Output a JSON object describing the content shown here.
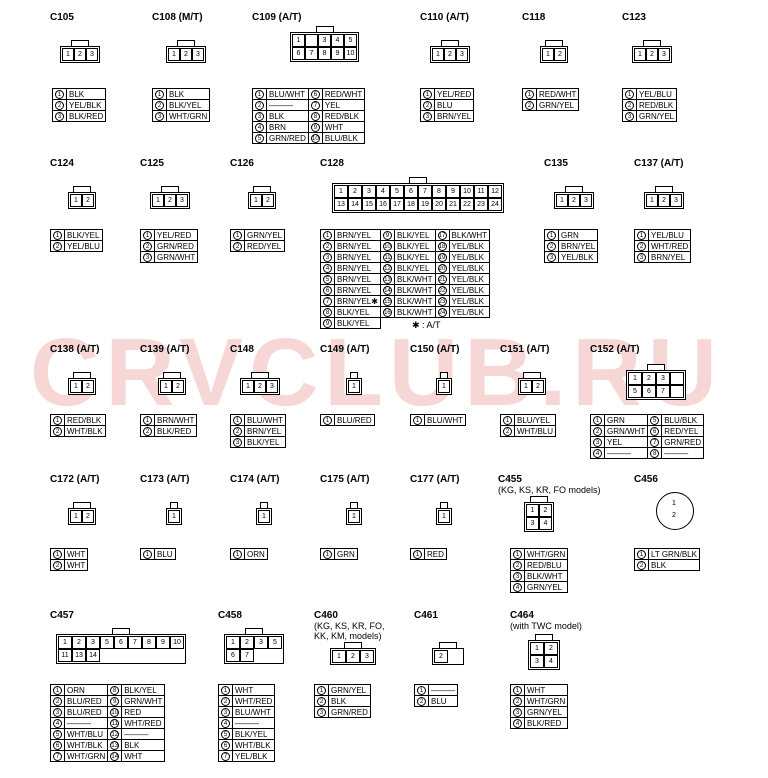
{
  "watermark": "CRVCLUB.RU",
  "footnote": "✱ : A/T",
  "connectors": [
    {
      "id": "c105",
      "title": "C105",
      "pins": [
        "1",
        "2",
        "3"
      ],
      "rows": [
        [
          "1",
          "BLK"
        ],
        [
          "2",
          "YEL/BLK"
        ],
        [
          "3",
          "BLK/RED"
        ]
      ]
    },
    {
      "id": "c108",
      "title": "C108 (M/T)",
      "pins": [
        "1",
        "2",
        "3"
      ],
      "rows": [
        [
          "1",
          "BLK"
        ],
        [
          "2",
          "BLK/YEL"
        ],
        [
          "3",
          "WHT/GRN"
        ]
      ]
    },
    {
      "id": "c109",
      "title": "C109 (A/T)",
      "pins": [
        "1",
        "",
        "3",
        "4",
        "5",
        "6",
        "7",
        "8",
        "9",
        "10"
      ],
      "rows": [
        [
          "1",
          "BLU/WHT",
          "6",
          "RED/WHT"
        ],
        [
          "2",
          "———",
          "7",
          "YEL"
        ],
        [
          "3",
          "BLK",
          "8",
          "RED/BLK"
        ],
        [
          "4",
          "BRN",
          "9",
          "WHT"
        ],
        [
          "5",
          "GRN/RED",
          "10",
          "BLU/BLK"
        ]
      ]
    },
    {
      "id": "c110",
      "title": "C110 (A/T)",
      "pins": [
        "1",
        "2",
        "3"
      ],
      "rows": [
        [
          "1",
          "YEL/RED"
        ],
        [
          "2",
          "BLU"
        ],
        [
          "3",
          "BRN/YEL"
        ]
      ]
    },
    {
      "id": "c118",
      "title": "C118",
      "pins": [
        "1",
        "2"
      ],
      "rows": [
        [
          "1",
          "RED/WHT"
        ],
        [
          "2",
          "GRN/YEL"
        ]
      ]
    },
    {
      "id": "c123",
      "title": "C123",
      "pins": [
        "1",
        "2",
        "3"
      ],
      "rows": [
        [
          "1",
          "YEL/BLU"
        ],
        [
          "2",
          "RED/BLK"
        ],
        [
          "3",
          "GRN/YEL"
        ]
      ]
    },
    {
      "id": "c124",
      "title": "C124",
      "pins": [
        "1",
        "2"
      ],
      "rows": [
        [
          "1",
          "BLK/YEL"
        ],
        [
          "2",
          "YEL/BLU"
        ]
      ]
    },
    {
      "id": "c125",
      "title": "C125",
      "pins": [
        "1",
        "2",
        "3"
      ],
      "rows": [
        [
          "1",
          "YEL/RED"
        ],
        [
          "2",
          "GRN/RED"
        ],
        [
          "3",
          "GRN/WHT"
        ]
      ]
    },
    {
      "id": "c126",
      "title": "C126",
      "pins": [
        "1",
        "2"
      ],
      "rows": [
        [
          "1",
          "GRN/YEL"
        ],
        [
          "2",
          "RED/YEL"
        ]
      ]
    },
    {
      "id": "c128",
      "title": "C128",
      "pins": [
        "1",
        "2",
        "3",
        "4",
        "5",
        "6",
        "7",
        "8",
        "9",
        "10",
        "11",
        "12",
        "13",
        "14",
        "15",
        "16",
        "17",
        "18",
        "19",
        "20",
        "21",
        "22",
        "23",
        "24"
      ],
      "rows": [
        [
          "1",
          "BRN/YEL",
          "9",
          "BLK/YEL",
          "17",
          "BLK/WHT"
        ],
        [
          "2",
          "BRN/YEL",
          "10",
          "BLK/YEL",
          "18",
          "YEL/BLK"
        ],
        [
          "3",
          "BRN/YEL",
          "11",
          "BLK/YEL",
          "19",
          "YEL/BLK"
        ],
        [
          "4",
          "BRN/YEL",
          "12",
          "BLK/YEL",
          "20",
          "YEL/BLK"
        ],
        [
          "5",
          "BRN/YEL",
          "13",
          "BLK/WHT",
          "21",
          "YEL/BLK"
        ],
        [
          "6",
          "BRN/YEL",
          "14",
          "BLK/WHT",
          "22",
          "YEL/BLK"
        ],
        [
          "7",
          "BRN/YEL✱",
          "15",
          "BLK/WHT",
          "23",
          "YEL/BLK"
        ],
        [
          "8",
          "BLK/YEL",
          "16",
          "BLK/WHT",
          "24",
          "YEL/BLK"
        ],
        [
          "9",
          "BLK/YEL"
        ]
      ]
    },
    {
      "id": "c135",
      "title": "C135",
      "pins": [
        "1",
        "2",
        "3"
      ],
      "rows": [
        [
          "1",
          "GRN"
        ],
        [
          "2",
          "BRN/YEL"
        ],
        [
          "3",
          "YEL/BLK"
        ]
      ]
    },
    {
      "id": "c137",
      "title": "C137 (A/T)",
      "pins": [
        "1",
        "2",
        "3"
      ],
      "rows": [
        [
          "1",
          "YEL/BLU"
        ],
        [
          "2",
          "WHT/RED"
        ],
        [
          "3",
          "BRN/YEL"
        ]
      ]
    },
    {
      "id": "c138",
      "title": "C138 (A/T)",
      "pins": [
        "1",
        "2"
      ],
      "rows": [
        [
          "1",
          "RED/BLK"
        ],
        [
          "2",
          "WHT/BLK"
        ]
      ]
    },
    {
      "id": "c139",
      "title": "C139 (A/T)",
      "pins": [
        "1",
        "2"
      ],
      "rows": [
        [
          "1",
          "BRN/WHT"
        ],
        [
          "2",
          "BLK/RED"
        ]
      ]
    },
    {
      "id": "c148",
      "title": "C148",
      "pins": [
        "1",
        "2",
        "3"
      ],
      "rows": [
        [
          "1",
          "BLU/WHT"
        ],
        [
          "2",
          "BRN/YEL"
        ],
        [
          "3",
          "BLK/YEL"
        ]
      ]
    },
    {
      "id": "c149",
      "title": "C149 (A/T)",
      "pins": [
        "1"
      ],
      "rows": [
        [
          "1",
          "BLU/RED"
        ]
      ]
    },
    {
      "id": "c150",
      "title": "C150 (A/T)",
      "pins": [
        "1"
      ],
      "rows": [
        [
          "1",
          "BLU/WHT"
        ]
      ]
    },
    {
      "id": "c151",
      "title": "C151 (A/T)",
      "pins": [
        "1",
        "2"
      ],
      "rows": [
        [
          "1",
          "BLU/YEL"
        ],
        [
          "2",
          "WHT/BLU"
        ]
      ]
    },
    {
      "id": "c152",
      "title": "C152 (A/T)",
      "pins": [
        "1",
        "2",
        "3",
        "",
        "5",
        "6",
        "7",
        ""
      ],
      "rows": [
        [
          "1",
          "GRN",
          "5",
          "BLU/BLK"
        ],
        [
          "2",
          "GRN/WHT",
          "6",
          "RED/YEL"
        ],
        [
          "3",
          "YEL",
          "7",
          "GRN/RED"
        ],
        [
          "4",
          "———",
          "8",
          "———"
        ]
      ]
    },
    {
      "id": "c172",
      "title": "C172 (A/T)",
      "pins": [
        "1",
        "2"
      ],
      "rows": [
        [
          "1",
          "WHT"
        ],
        [
          "2",
          "WHT"
        ]
      ]
    },
    {
      "id": "c173",
      "title": "C173 (A/T)",
      "pins": [
        "1"
      ],
      "rows": [
        [
          "1",
          "BLU"
        ]
      ]
    },
    {
      "id": "c174",
      "title": "C174 (A/T)",
      "pins": [
        "1"
      ],
      "rows": [
        [
          "1",
          "ORN"
        ]
      ]
    },
    {
      "id": "c175",
      "title": "C175 (A/T)",
      "pins": [
        "1"
      ],
      "rows": [
        [
          "1",
          "GRN"
        ]
      ]
    },
    {
      "id": "c177",
      "title": "C177 (A/T)",
      "pins": [
        "1"
      ],
      "rows": [
        [
          "1",
          "RED"
        ]
      ]
    },
    {
      "id": "c455",
      "title": "C455",
      "subtitle": "(KG, KS, KR, FO models)",
      "pins": [
        "1",
        "2",
        "3",
        "4"
      ],
      "rows": [
        [
          "1",
          "WHT/GRN"
        ],
        [
          "2",
          "RED/BLU"
        ],
        [
          "3",
          "BLK/WHT"
        ],
        [
          "4",
          "GRN/YEL"
        ]
      ]
    },
    {
      "id": "c456",
      "title": "C456",
      "pins": [
        "1",
        "2"
      ],
      "rows": [
        [
          "1",
          "LT GRN/BLK"
        ],
        [
          "2",
          "BLK"
        ]
      ]
    },
    {
      "id": "c457",
      "title": "C457",
      "pins": [
        "1",
        "2",
        "3",
        "5",
        "6",
        "7",
        "8",
        "9",
        "10",
        "11",
        "13",
        "14"
      ],
      "rows": [
        [
          "1",
          "ORN",
          "8",
          "BLK/YEL"
        ],
        [
          "2",
          "BLU/RED",
          "9",
          "GRN/WHT"
        ],
        [
          "3",
          "BLU/RED",
          "10",
          "RED"
        ],
        [
          "4",
          "———",
          "11",
          "WHT/RED"
        ],
        [
          "5",
          "WHT/BLU",
          "12",
          "———"
        ],
        [
          "6",
          "WHT/BLK",
          "13",
          "BLK"
        ],
        [
          "7",
          "WHT/GRN",
          "14",
          "WHT"
        ]
      ]
    },
    {
      "id": "c458",
      "title": "C458",
      "pins": [
        "1",
        "2",
        "3",
        "5",
        "6",
        "7"
      ],
      "rows": [
        [
          "1",
          "WHT"
        ],
        [
          "2",
          "WHT/RED"
        ],
        [
          "3",
          "BLU/WHT"
        ],
        [
          "4",
          "———"
        ],
        [
          "5",
          "BLK/YEL"
        ],
        [
          "6",
          "WHT/BLK"
        ],
        [
          "7",
          "YEL/BLK"
        ]
      ]
    },
    {
      "id": "c460",
      "title": "C460",
      "subtitle": "(KG, KS, KR, FO, KK, KM, models)",
      "pins": [
        "1",
        "2",
        "3"
      ],
      "rows": [
        [
          "1",
          "GRN/YEL"
        ],
        [
          "2",
          "BLK"
        ],
        [
          "3",
          "GRN/RED"
        ]
      ]
    },
    {
      "id": "c461",
      "title": "C461",
      "pins": [
        "2"
      ],
      "rows": [
        [
          "1",
          "———"
        ],
        [
          "2",
          "BLU"
        ]
      ]
    },
    {
      "id": "c464",
      "title": "C464",
      "subtitle": "(with TWC model)",
      "pins": [
        "1",
        "2",
        "3",
        "4"
      ],
      "rows": [
        [
          "1",
          "WHT"
        ],
        [
          "2",
          "WHT/GRN"
        ],
        [
          "3",
          "GRN/YEL"
        ],
        [
          "4",
          "BLK/RED"
        ]
      ]
    }
  ]
}
